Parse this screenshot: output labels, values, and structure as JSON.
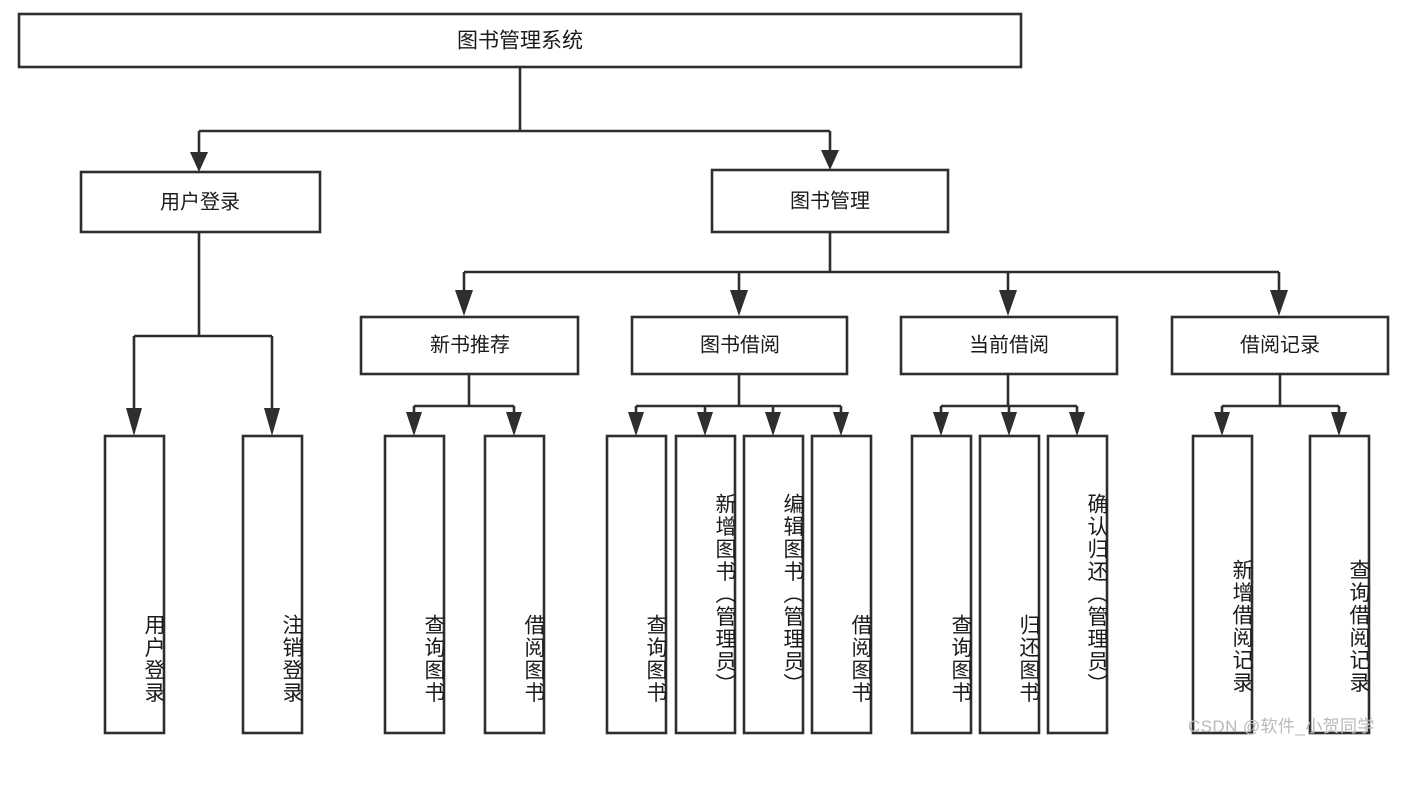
{
  "diagram": {
    "title": "图书管理系统",
    "type": "hierarchy-tree",
    "orientation": "top-down",
    "levels": 4,
    "colors": {
      "node_fill": "#ffffff",
      "node_stroke": "#2e2e2e",
      "text": "#1b1b1b",
      "connector": "#2e2e2e",
      "watermark": "#b9b9b9",
      "background": "#ffffff"
    }
  },
  "root": {
    "label": "图书管理系统"
  },
  "level2": [
    {
      "id": "user-login",
      "label": "用户登录"
    },
    {
      "id": "book-management",
      "label": "图书管理"
    }
  ],
  "level3": [
    {
      "id": "new-book-recommend",
      "label": "新书推荐",
      "parent": "book-management"
    },
    {
      "id": "book-borrow",
      "label": "图书借阅",
      "parent": "book-management"
    },
    {
      "id": "current-borrow",
      "label": "当前借阅",
      "parent": "book-management"
    },
    {
      "id": "borrow-record",
      "label": "借阅记录",
      "parent": "book-management"
    }
  ],
  "leaves": {
    "user_login": [
      {
        "id": "leaf-user-login",
        "label": "用户登录"
      },
      {
        "id": "leaf-logout",
        "label": "注销登录"
      }
    ],
    "new_book_recommend": [
      {
        "id": "leaf-query-book-1",
        "label": "查询图书"
      },
      {
        "id": "leaf-borrow-book-1",
        "label": "借阅图书"
      }
    ],
    "book_borrow": [
      {
        "id": "leaf-query-book-2",
        "label": "查询图书"
      },
      {
        "id": "leaf-add-book",
        "label": "新增图书（管理员）"
      },
      {
        "id": "leaf-edit-book",
        "label": "编辑图书（管理员）"
      },
      {
        "id": "leaf-borrow-book-2",
        "label": "借阅图书"
      }
    ],
    "current_borrow": [
      {
        "id": "leaf-query-book-3",
        "label": "查询图书"
      },
      {
        "id": "leaf-return-book",
        "label": "归还图书"
      },
      {
        "id": "leaf-confirm-return",
        "label": "确认归还（管理员）"
      }
    ],
    "borrow_record": [
      {
        "id": "leaf-add-record",
        "label": "新增借阅记录"
      },
      {
        "id": "leaf-query-record",
        "label": "查询借阅记录"
      }
    ]
  },
  "watermark": {
    "text": "CSDN @软件_小贺同学"
  }
}
